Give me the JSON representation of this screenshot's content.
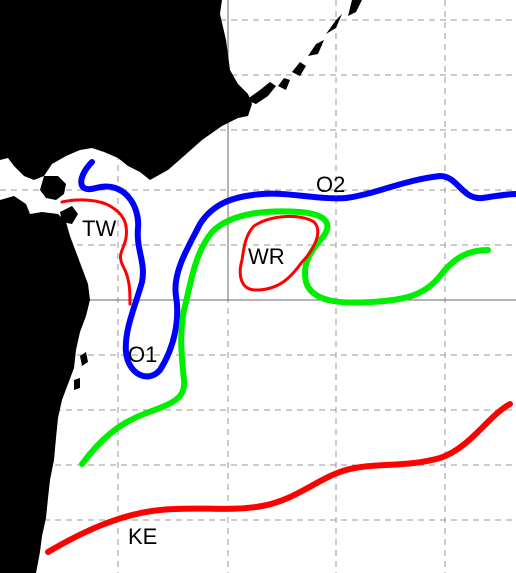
{
  "map": {
    "colors": {
      "land": "#000000",
      "grid": "#9a9a9a",
      "kuroshio_extension": "#ff0000",
      "tsugaru_warm": "#ff0000",
      "warm_ring": "#ff0000",
      "oyashio": "#0000ff",
      "subarctic_front": "#00ee00"
    },
    "labels": {
      "tw": "TW",
      "wr": "WR",
      "o1": "O1",
      "o2": "O2",
      "ke": "KE"
    }
  }
}
